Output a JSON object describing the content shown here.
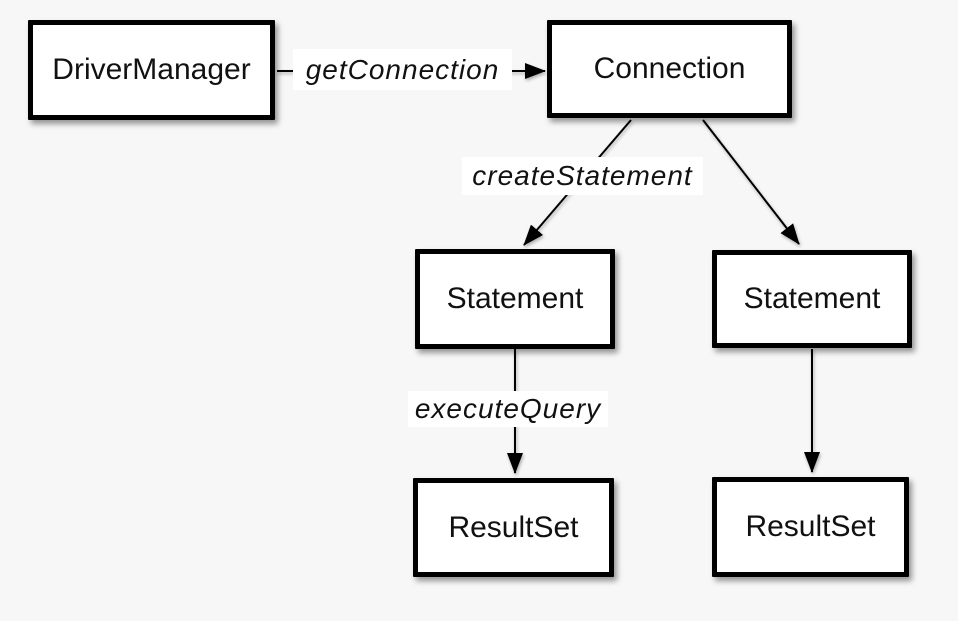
{
  "colors": {
    "canvas-bg": "#f7f7f7",
    "node-fill": "#ffffff",
    "node-border": "#000000",
    "edge-color": "#000000",
    "label-bg": "#ffffff",
    "text-color": "#111111"
  },
  "diagram": {
    "nodes": [
      {
        "id": "driver-manager",
        "label": "DriverManager"
      },
      {
        "id": "connection",
        "label": "Connection"
      },
      {
        "id": "statement-left",
        "label": "Statement"
      },
      {
        "id": "statement-right",
        "label": "Statement"
      },
      {
        "id": "resultset-left",
        "label": "ResultSet"
      },
      {
        "id": "resultset-right",
        "label": "ResultSet"
      }
    ],
    "edges": [
      {
        "from": "driver-manager",
        "to": "connection",
        "label": "getConnection"
      },
      {
        "from": "connection",
        "to": "statement-left",
        "label": "createStatement"
      },
      {
        "from": "connection",
        "to": "statement-right",
        "label": ""
      },
      {
        "from": "statement-left",
        "to": "resultset-left",
        "label": "executeQuery"
      },
      {
        "from": "statement-right",
        "to": "resultset-right",
        "label": ""
      }
    ]
  }
}
